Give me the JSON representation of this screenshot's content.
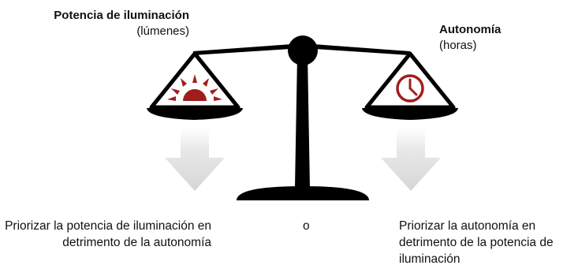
{
  "left_pan": {
    "title": "Potencia de iluminación",
    "unit": "(lúmenes)",
    "icon": "sun-icon"
  },
  "right_pan": {
    "title": "Autonomía",
    "unit": "(horas)",
    "icon": "clock-icon"
  },
  "captions": {
    "left": "Priorizar la potencia de iluminación en detrimento de la autonomía",
    "separator": "o",
    "right": "Priorizar la autonomía en detrimento de la potencia de iluminación"
  },
  "colors": {
    "scale": "#000000",
    "icon_accent": "#a11d1d",
    "arrow": "#dcdcdc"
  }
}
